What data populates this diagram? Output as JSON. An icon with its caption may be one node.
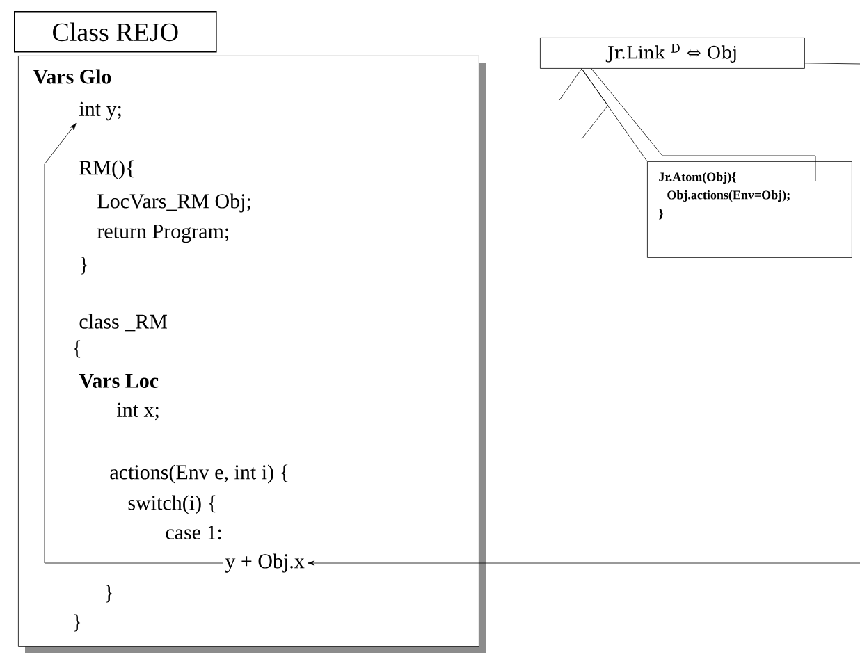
{
  "diagram": {
    "nodes": [
      {
        "text": [
          "Class REJO"
        ]
      },
      {
        "text": [
          "Vars Glo",
          "RM(){",
          "LocVars_RM Obj;",
          "return Program;",
          "}",
          "class _RM",
          "{",
          "Vars Loc",
          "int x;",
          "actions(Env e, int i) {",
          "switch(i) {",
          "case 1:",
          "}",
          "}"
        ]
      },
      {
        "text": [
          "int y;"
        ],
        "in": 1
      },
      {
        "text": [
          "y + Obj.x"
        ],
        "in": 1
      },
      {
        "text": [
          "Jr.Link $^{D}$ ⇔ Obj"
        ]
      },
      {
        "text": [
          "Jr.Atom(Obj){",
          "Obj.actions(Env=Obj);",
          "}"
        ]
      }
    ],
    "edges": [
      {
        "from": 3,
        "to": 2,
        "arrow": "to"
      },
      {
        "from": null,
        "to": 3,
        "arrow": "to"
      },
      {
        "from": 4,
        "to": null,
        "arrow": "none"
      },
      {
        "from": 4,
        "to": 5,
        "arrow": "none"
      },
      {
        "from": 4,
        "to": 5,
        "arrow": "none"
      },
      {
        "from": 4,
        "to": null,
        "arrow": "none"
      },
      {
        "from": 4,
        "to": null,
        "arrow": "none"
      }
    ]
  }
}
